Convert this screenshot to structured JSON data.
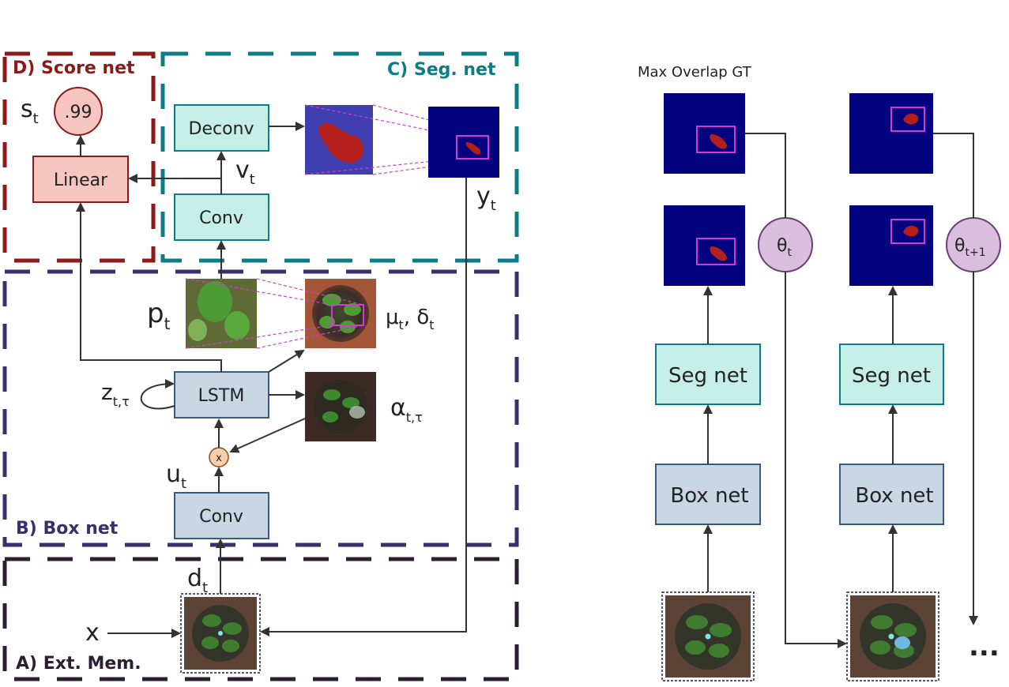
{
  "regions": {
    "score_net": "D) Score net",
    "seg_net": "C) Seg. net",
    "box_net": "B) Box net",
    "ext_mem": "A) Ext. Mem."
  },
  "blocks": {
    "deconv": "Deconv",
    "conv_seg": "Conv",
    "linear": "Linear",
    "lstm": "LSTM",
    "conv_box": "Conv",
    "score_value": ".99"
  },
  "symbols": {
    "s_t": "s",
    "s_t_sub": "t",
    "v_t": "v",
    "v_t_sub": "t",
    "y_t": "y",
    "y_t_sub": "t",
    "p_t": "p",
    "p_t_sub": "t",
    "mu_delta": "μ",
    "mu_sub": "t",
    "delta": ", δ",
    "delta_sub": "t",
    "z": "z",
    "z_sub": "t,τ",
    "alpha": "α",
    "alpha_sub": "t,τ",
    "u_t": "u",
    "u_t_sub": "t",
    "d_t": "d",
    "d_t_sub": "t",
    "x": "x",
    "multiply": "x"
  },
  "right_panel": {
    "header": "Max Overlap GT",
    "seg_net": "Seg net",
    "box_net": "Box net",
    "theta": "θ",
    "theta_sub_1": "t",
    "theta_sub_2": "t+1",
    "ellipsis": "..."
  },
  "colors": {
    "score_dash": "#8b1a1a",
    "seg_dash": "#0e7c86",
    "box_dash": "#3b2f6b",
    "mem_dash": "#2d1e33",
    "teal_fill": "#c5eee6",
    "blue_fill": "#c9d6e3",
    "pink_fill": "#f6c5c0",
    "theta_fill": "#d9bfdd",
    "mult_fill": "#f5cfae",
    "seg_bg": "#03027f",
    "leaf": "#b51f1b"
  }
}
